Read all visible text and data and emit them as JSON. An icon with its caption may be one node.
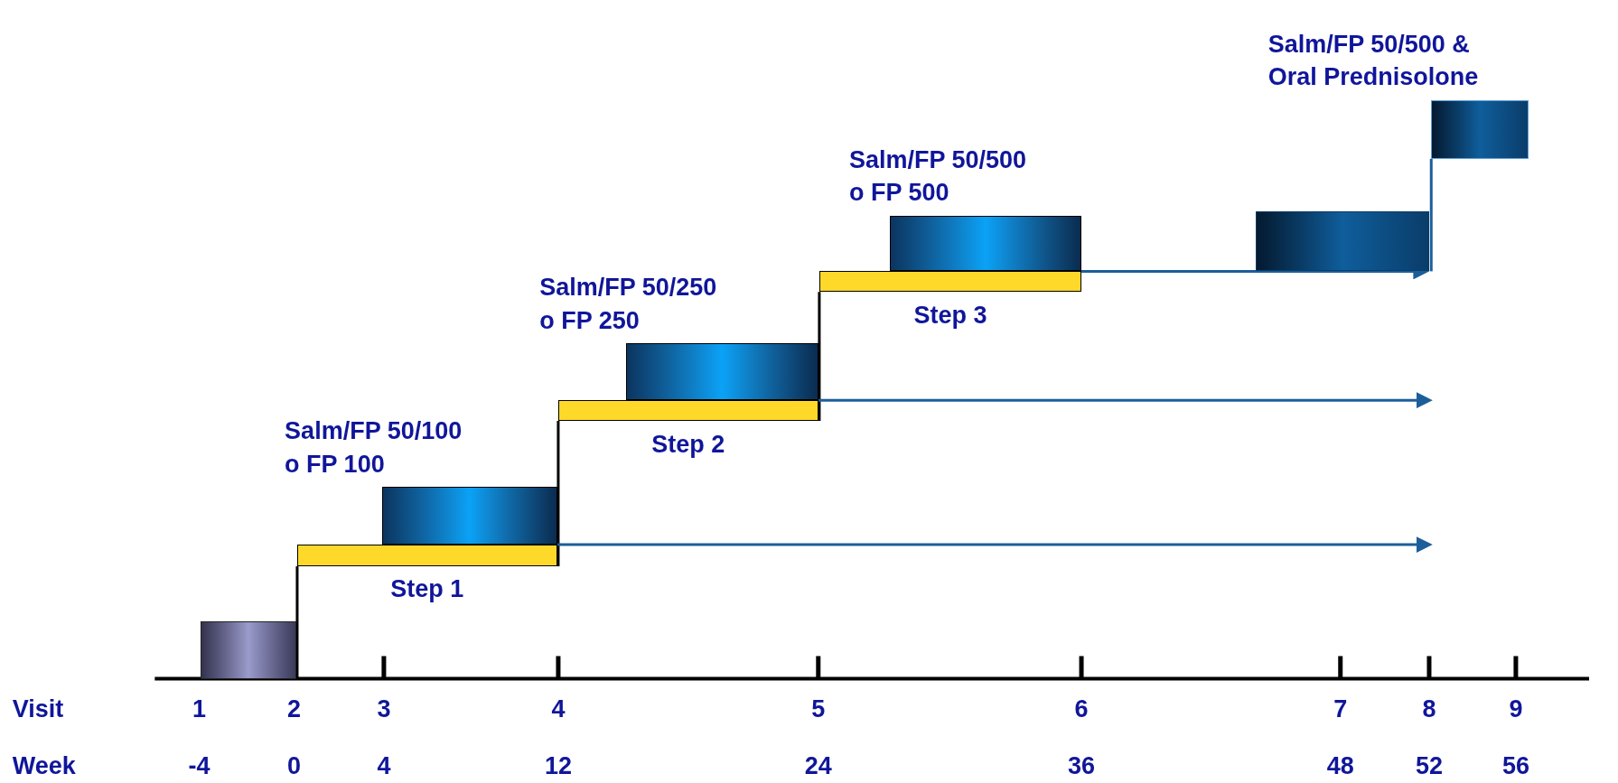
{
  "diagram": {
    "nodes": [
      {
        "text": [],
        "shape": "box"
      },
      {
        "text": [
          "Salm/FP 50/100 o FP 100"
        ]
      },
      {
        "text": [
          "Step 1"
        ]
      },
      {
        "text": [
          "Salm/FP 50/250 o FP 250"
        ]
      },
      {
        "text": [
          "Step 2"
        ]
      },
      {
        "text": [
          "Salm/FP 50/500 o FP 500"
        ]
      },
      {
        "text": [
          "Step 3"
        ]
      },
      {
        "text": [],
        "shape": "box"
      },
      {
        "text": [
          "Salm/FP 50/500 & Oral Prednisolone"
        ]
      }
    ],
    "edges": [
      {
        "from": 0,
        "to": 2,
        "arrow": "none",
        "color": "#000000"
      },
      {
        "from": 2,
        "to": 4,
        "arrow": "none",
        "color": "#000000"
      },
      {
        "from": 4,
        "to": 6,
        "arrow": "none",
        "color": "#000000"
      },
      {
        "from": 2,
        "to": null,
        "arrow": "to"
      },
      {
        "from": 4,
        "to": null,
        "arrow": "to"
      },
      {
        "from": 6,
        "to": 7,
        "arrow": "to"
      },
      {
        "from": 7,
        "to": 8,
        "arrow": "none"
      }
    ],
    "labels": [
      "Visit",
      "1",
      "2",
      "3",
      "4",
      "5",
      "6",
      "7",
      "8",
      "9",
      "Week",
      "-4",
      "0",
      "4",
      "12",
      "24",
      "36",
      "48",
      "52",
      "56"
    ]
  }
}
